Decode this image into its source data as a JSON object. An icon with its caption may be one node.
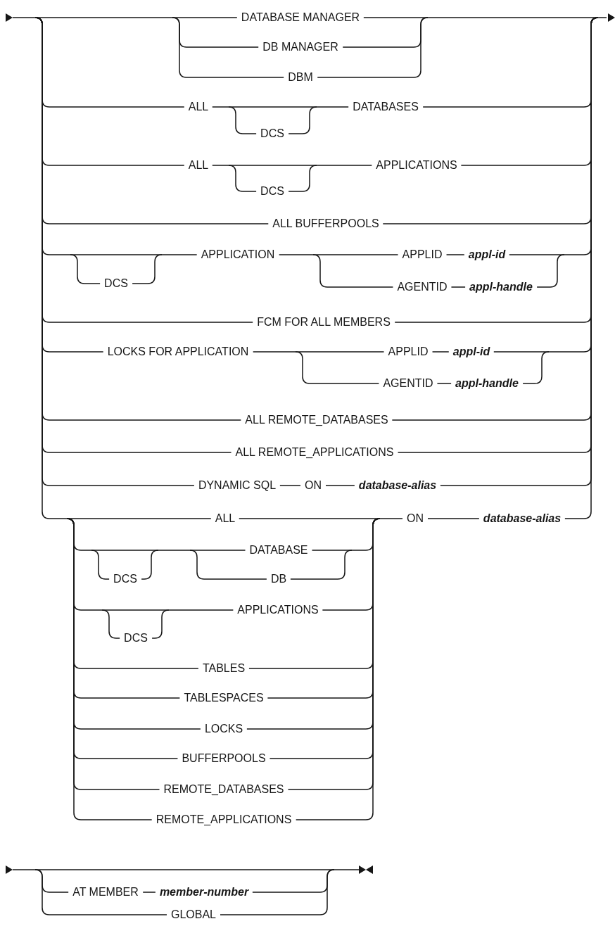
{
  "diagram": {
    "labels": [
      "DATABASE MANAGER",
      "DB MANAGER",
      "DBM",
      "ALL",
      "DATABASES",
      "DCS",
      "ALL",
      "APPLICATIONS",
      "DCS",
      "ALL BUFFERPOOLS",
      "APPLICATION",
      "APPLID",
      "appl-id",
      "DCS",
      "AGENTID",
      "appl-handle",
      "FCM FOR ALL MEMBERS",
      "LOCKS FOR APPLICATION",
      "APPLID",
      "appl-id",
      "AGENTID",
      "appl-handle",
      "ALL REMOTE_DATABASES",
      "ALL REMOTE_APPLICATIONS",
      "DYNAMIC SQL",
      "ON",
      "database-alias",
      "ALL",
      "ON",
      "database-alias",
      "DATABASE",
      "DCS",
      "DB",
      "APPLICATIONS",
      "DCS",
      "TABLES",
      "TABLESPACES",
      "LOCKS",
      "BUFFERPOOLS",
      "REMOTE_DATABASES",
      "REMOTE_APPLICATIONS",
      "AT MEMBER",
      "member-number",
      "GLOBAL"
    ]
  }
}
